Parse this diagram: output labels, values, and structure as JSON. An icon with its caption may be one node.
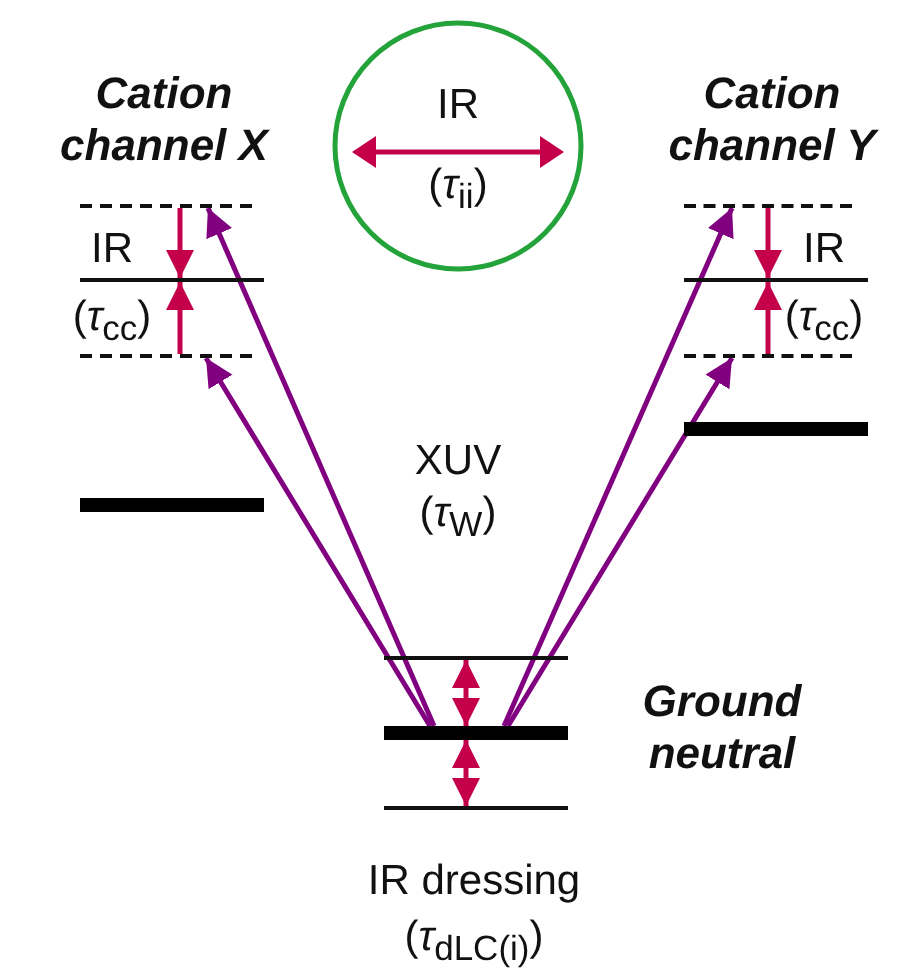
{
  "diagram": {
    "nodes": [
      {
        "text": [],
        "shape": "bar"
      },
      {
        "text": [],
        "shape": "bar"
      },
      {
        "text": [],
        "shape": "bar"
      },
      {
        "text": [],
        "shape": "bar"
      },
      {
        "text": [],
        "shape": "bar"
      },
      {
        "text": [],
        "shape": "bar"
      },
      {
        "text": [],
        "shape": "bar"
      },
      {
        "text": [],
        "shape": "bar"
      },
      {
        "text": [],
        "shape": "bar"
      },
      {
        "text": [],
        "shape": "bar"
      },
      {
        "text": [],
        "shape": "bar"
      },
      {
        "text": [
          "IR",
          "(*τ*$_{ii}$)"
        ]
      }
    ],
    "edges": [
      {
        "from": 0,
        "to": 1,
        "arrow": "to"
      },
      {
        "from": 2,
        "to": 1,
        "arrow": "to"
      },
      {
        "from": 4,
        "to": 5,
        "arrow": "to"
      },
      {
        "from": 6,
        "to": 5,
        "arrow": "to"
      },
      {
        "from": 8,
        "to": 9,
        "arrow": "both"
      },
      {
        "from": 9,
        "to": 10,
        "arrow": "both"
      },
      {
        "from": 9,
        "to": 0,
        "arrow": "to",
        "color": "#800080"
      },
      {
        "from": 9,
        "to": 2,
        "arrow": "to",
        "color": "#800080"
      },
      {
        "from": 9,
        "to": 4,
        "arrow": "to",
        "color": "#800080"
      },
      {
        "from": 9,
        "to": 6,
        "arrow": "to",
        "color": "#800080"
      }
    ],
    "labels": [
      "Cation channel X",
      "Cation channel Y",
      "IR",
      "(*τ*$_{cc}$)",
      "IR",
      "(*τ*$_{cc}$)",
      "XUV",
      "(*τ*$_{W}$)",
      "Ground neutral",
      "IR dressing",
      "(*τ*$_{dLC(i)}$)"
    ]
  }
}
